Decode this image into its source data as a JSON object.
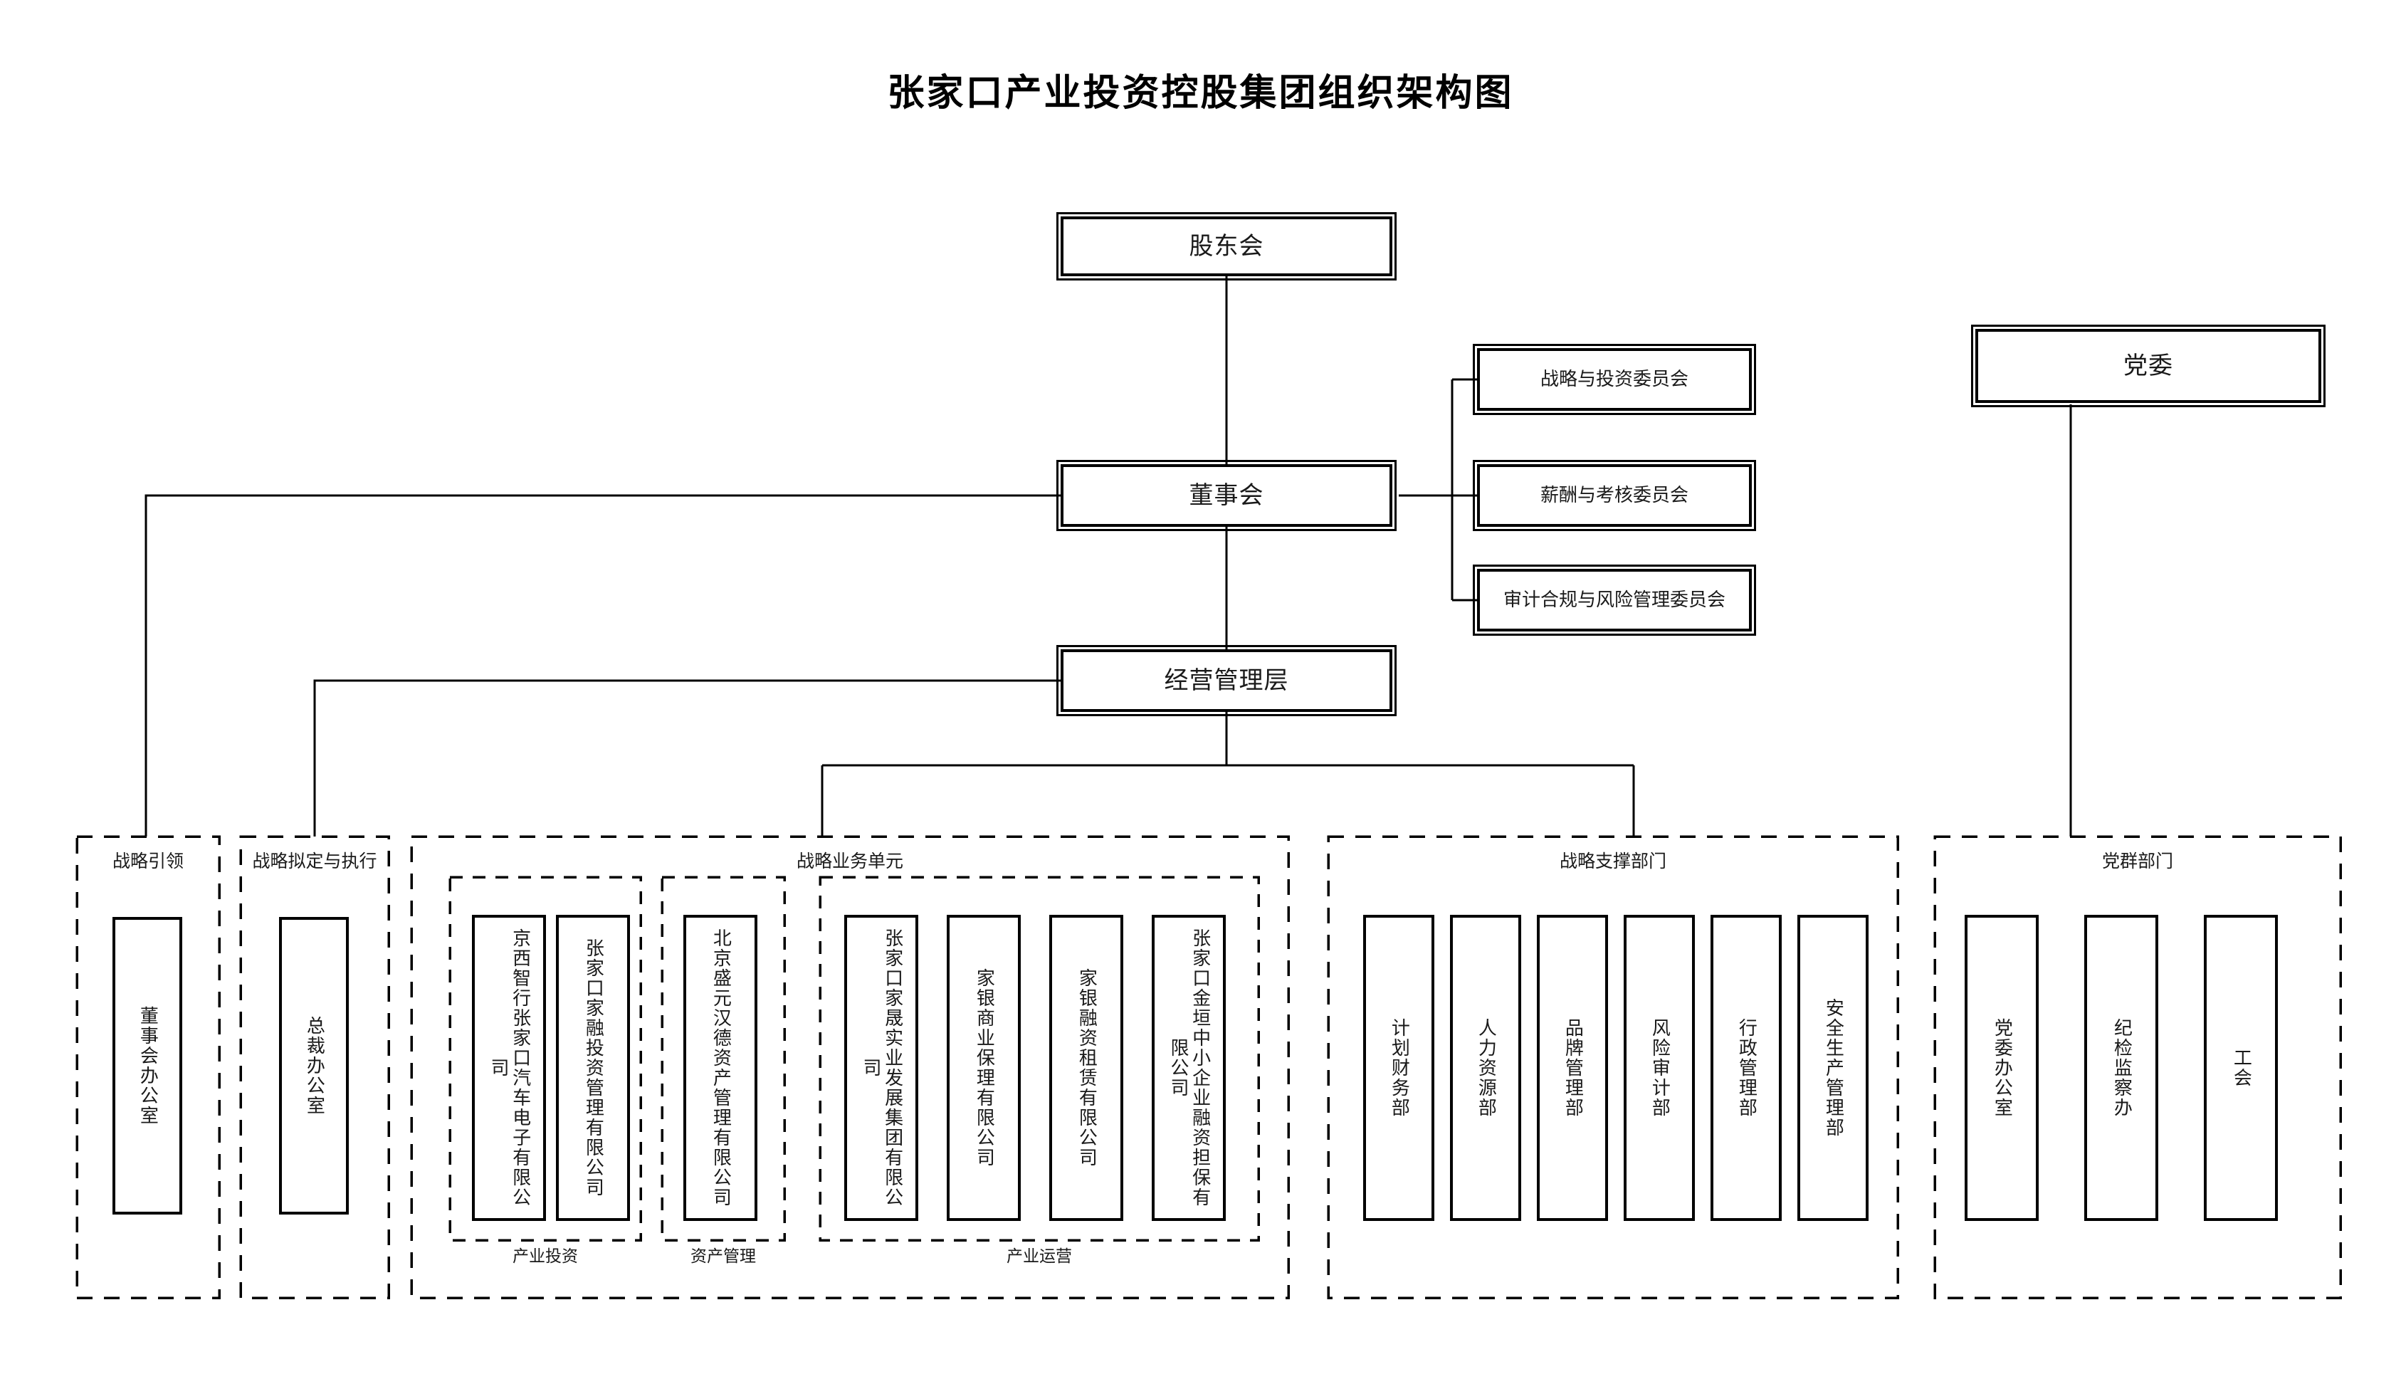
{
  "title": "张家口产业投资控股集团组织架构图",
  "governance": {
    "shareholders": "股东会",
    "board": "董事会",
    "management": "经营管理层",
    "party_committee": "党委"
  },
  "committees": [
    {
      "label": "战略与投资委员会"
    },
    {
      "label": "薪酬与考核委员会"
    },
    {
      "label": "审计合规与风险管理委员会"
    }
  ],
  "groups": [
    {
      "key": "strategy-leadership",
      "label": "战略引领",
      "nodes": [
        {
          "label": "董事会办公室"
        }
      ]
    },
    {
      "key": "strategy-execution",
      "label": "战略拟定与执行",
      "nodes": [
        {
          "label": "总裁办公室"
        }
      ]
    },
    {
      "key": "strategic-business-units",
      "label": "战略业务单元",
      "subgroups": [
        {
          "key": "industrial-investment",
          "label": "产业投资",
          "nodes": [
            {
              "label": "京西智行张家口汽车电子有限公司"
            },
            {
              "label": "张家口家融投资管理有限公司"
            }
          ]
        },
        {
          "key": "asset-management",
          "label": "资产管理",
          "nodes": [
            {
              "label": "北京盛元汉德资产管理有限公司"
            }
          ]
        },
        {
          "key": "industrial-operations",
          "label": "产业运营",
          "nodes": [
            {
              "label": "张家口家晟实业发展集团有限公司"
            },
            {
              "label": "家银商业保理有限公司"
            },
            {
              "label": "家银融资租赁有限公司"
            },
            {
              "label": "张家口金垣中小企业融资担保有限公司"
            }
          ]
        }
      ]
    },
    {
      "key": "strategic-support",
      "label": "战略支撑部门",
      "nodes": [
        {
          "label": "计划财务部"
        },
        {
          "label": "人力资源部"
        },
        {
          "label": "品牌管理部"
        },
        {
          "label": "风险审计部"
        },
        {
          "label": "行政管理部"
        },
        {
          "label": "安全生产管理部"
        }
      ]
    },
    {
      "key": "party-mass-departments",
      "label": "党群部门",
      "nodes": [
        {
          "label": "党委办公室"
        },
        {
          "label": "纪检监察办"
        },
        {
          "label": "工会"
        }
      ]
    }
  ],
  "colors": {
    "stroke": "#000000",
    "background": "#ffffff",
    "text": "#1a1a1a"
  }
}
